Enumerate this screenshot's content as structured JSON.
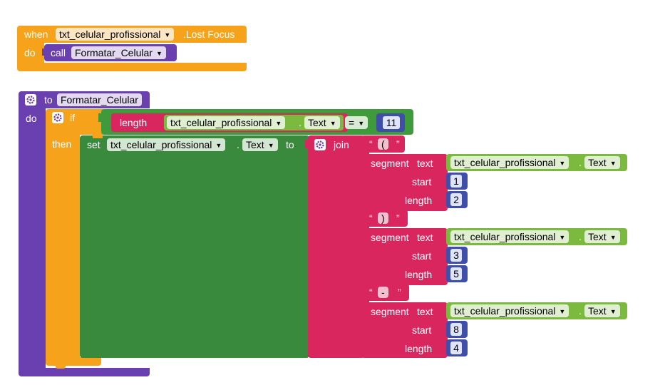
{
  "event_block": {
    "when": "when",
    "component": "txt_celular_profissional",
    "event": ".Lost Focus",
    "do": "do",
    "call": "call",
    "procedure": "Formatar_Celular"
  },
  "procedure_block": {
    "to": "to",
    "name": "Formatar_Celular",
    "do": "do"
  },
  "if_block": {
    "if": "if",
    "then": "then",
    "length": "length",
    "component": "txt_celular_profissional",
    "property": "Text",
    "operator": "=",
    "value": "11"
  },
  "set_block": {
    "set": "set",
    "component": "txt_celular_profissional",
    "property": "Text",
    "to": "to",
    "join": "join"
  },
  "strings": {
    "open_quote": "“",
    "close_quote": "”",
    "s1": "(",
    "s2": ")",
    "s3": "-"
  },
  "segments": [
    {
      "segment": "segment",
      "text": "text",
      "component": "txt_celular_profissional",
      "property": "Text",
      "start_label": "start",
      "start": "1",
      "length_label": "length",
      "length": "2"
    },
    {
      "segment": "segment",
      "text": "text",
      "component": "txt_celular_profissional",
      "property": "Text",
      "start_label": "start",
      "start": "3",
      "length_label": "length",
      "length": "5"
    },
    {
      "segment": "segment",
      "text": "text",
      "component": "txt_celular_profissional",
      "property": "Text",
      "start_label": "start",
      "start": "8",
      "length_label": "length",
      "length": "4"
    }
  ],
  "colors": {
    "event": "#f7a21b",
    "procedure": "#6a3fb0",
    "control": "#f7a21b",
    "math": "#3f9a3c",
    "set": "#3a8a3e",
    "text": "#d9265f",
    "component": "#7cba3f",
    "number": "#3f4ea8"
  }
}
